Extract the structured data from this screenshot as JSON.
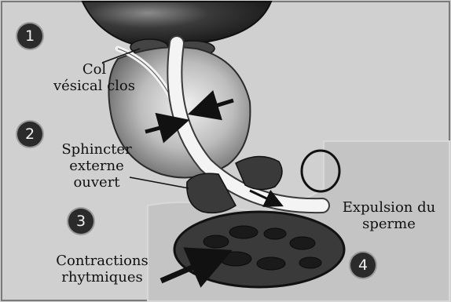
{
  "steps": [
    "1",
    "2",
    "3",
    "4"
  ],
  "labels": {
    "bladder_neck": [
      "Col",
      "vésical clos"
    ],
    "external_sphincter": [
      "Sphincter",
      "externe",
      "ouvert"
    ],
    "expulsion": [
      "Expulsion du",
      "sperme"
    ],
    "contractions": [
      "Contractions",
      "rhytmiques"
    ]
  },
  "colors": {
    "background": "#cfcfcf",
    "panel": "#c2c2c2",
    "organ_dark": "#2e2e2e",
    "urethra": "#f4f4f4",
    "arrow": "#111111"
  }
}
